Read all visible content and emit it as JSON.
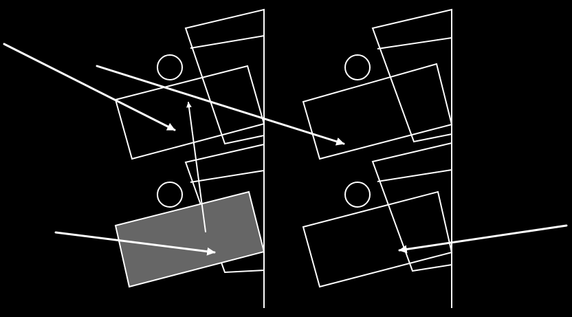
{
  "colors": {
    "background": "#000000",
    "stroke": "#ffffff",
    "highlight_fill": "#666666"
  },
  "figure": {
    "panels": [
      "left",
      "right"
    ],
    "shape_groups": [
      "upper",
      "lower"
    ],
    "highlighted_shape": "left-lower-rectangle"
  }
}
